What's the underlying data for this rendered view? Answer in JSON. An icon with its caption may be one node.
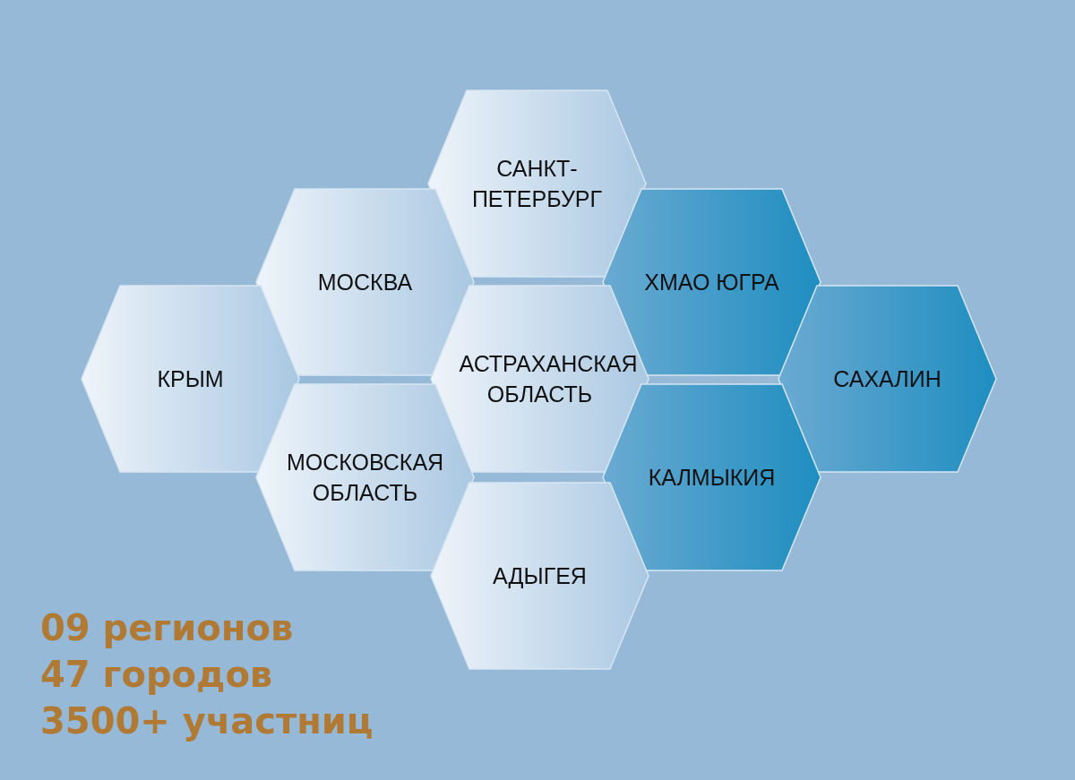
{
  "diagram": {
    "nodes": [
      {
        "text": [
          "САНКТ-ПЕТЕРБУРГ"
        ]
      },
      {
        "text": [
          "МОСКВА"
        ]
      },
      {
        "text": [
          "ХМАО ЮГРА"
        ]
      },
      {
        "text": [
          "КРЫМ"
        ]
      },
      {
        "text": [
          "АСТРАХАНСКАЯ ОБЛАСТЬ"
        ]
      },
      {
        "text": [
          "САХАЛИН"
        ]
      },
      {
        "text": [
          "МОСКОВСКАЯ ОБЛАСТЬ"
        ]
      },
      {
        "text": [
          "КАЛМЫКИЯ"
        ]
      },
      {
        "text": [
          "АДЫГЕЯ"
        ]
      }
    ],
    "edges": [],
    "labels": [
      "09 регионов",
      "47 городов",
      "3500+ участниц"
    ]
  }
}
